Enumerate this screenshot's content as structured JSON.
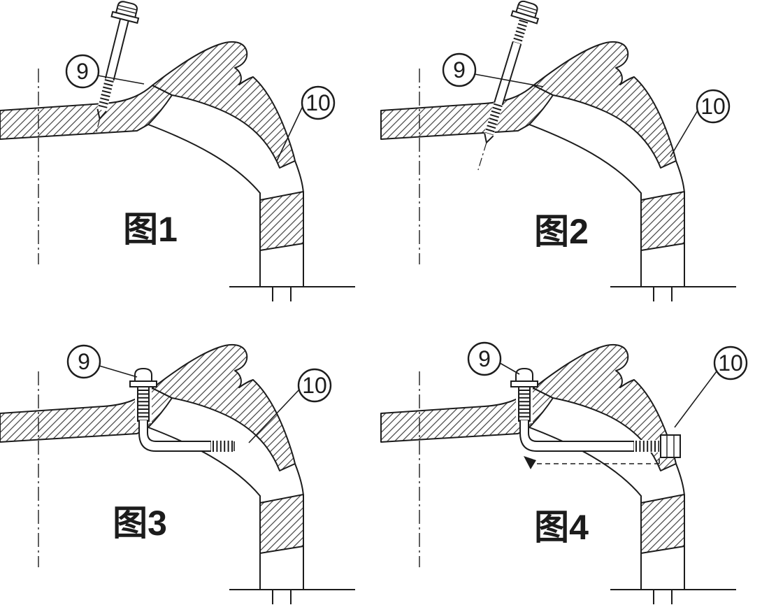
{
  "colors": {
    "background": "#ffffff",
    "ink": "#1c1c1c"
  },
  "panels": [
    {
      "id": "fig-1",
      "caption": "图1",
      "callout_9": "9",
      "callout_10": "10"
    },
    {
      "id": "fig-2",
      "caption": "图2",
      "callout_9": "9",
      "callout_10": "10"
    },
    {
      "id": "fig-3",
      "caption": "图3",
      "callout_9": "9",
      "callout_10": "10"
    },
    {
      "id": "fig-4",
      "caption": "图4",
      "callout_9": "9",
      "callout_10": "10"
    }
  ]
}
